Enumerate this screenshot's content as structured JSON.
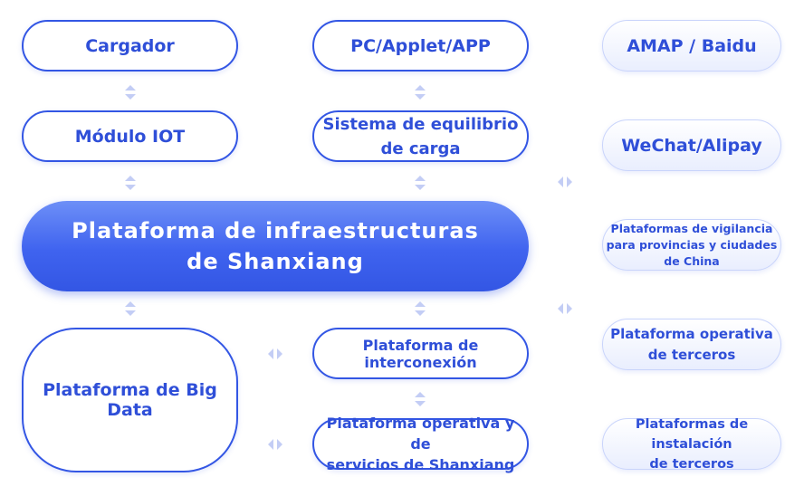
{
  "nodes": {
    "cargador": "Cargador",
    "modulo_iot": "Módulo IOT",
    "pc_applet_app": "PC/Applet/APP",
    "sistema_equilibrio": [
      "Sistema de equilibrio",
      "de carga"
    ],
    "plataforma_principal": [
      "Plataforma de infraestructuras",
      "de Shanxiang"
    ],
    "big_data": "Plataforma de Big Data",
    "interconexion": "Plataforma de interconexión",
    "operativa_shanxiang": [
      "Plataforma operativa y de",
      "servicios de Shanxiang"
    ],
    "amap_baidu": "AMAP / Baidu",
    "wechat_alipay": "WeChat/Alipay",
    "vigilancia": [
      "Plataformas de vigilancia",
      "para provincias y ciudades",
      "de China"
    ],
    "operativa_terceros": [
      "Plataforma operativa",
      "de terceros"
    ],
    "instalacion_terceros": [
      "Plataformas de instalación",
      "de terceros"
    ]
  },
  "colors": {
    "accent": "#3356e4",
    "text": "#2f4fd8",
    "connector": "#c3cdf5"
  }
}
